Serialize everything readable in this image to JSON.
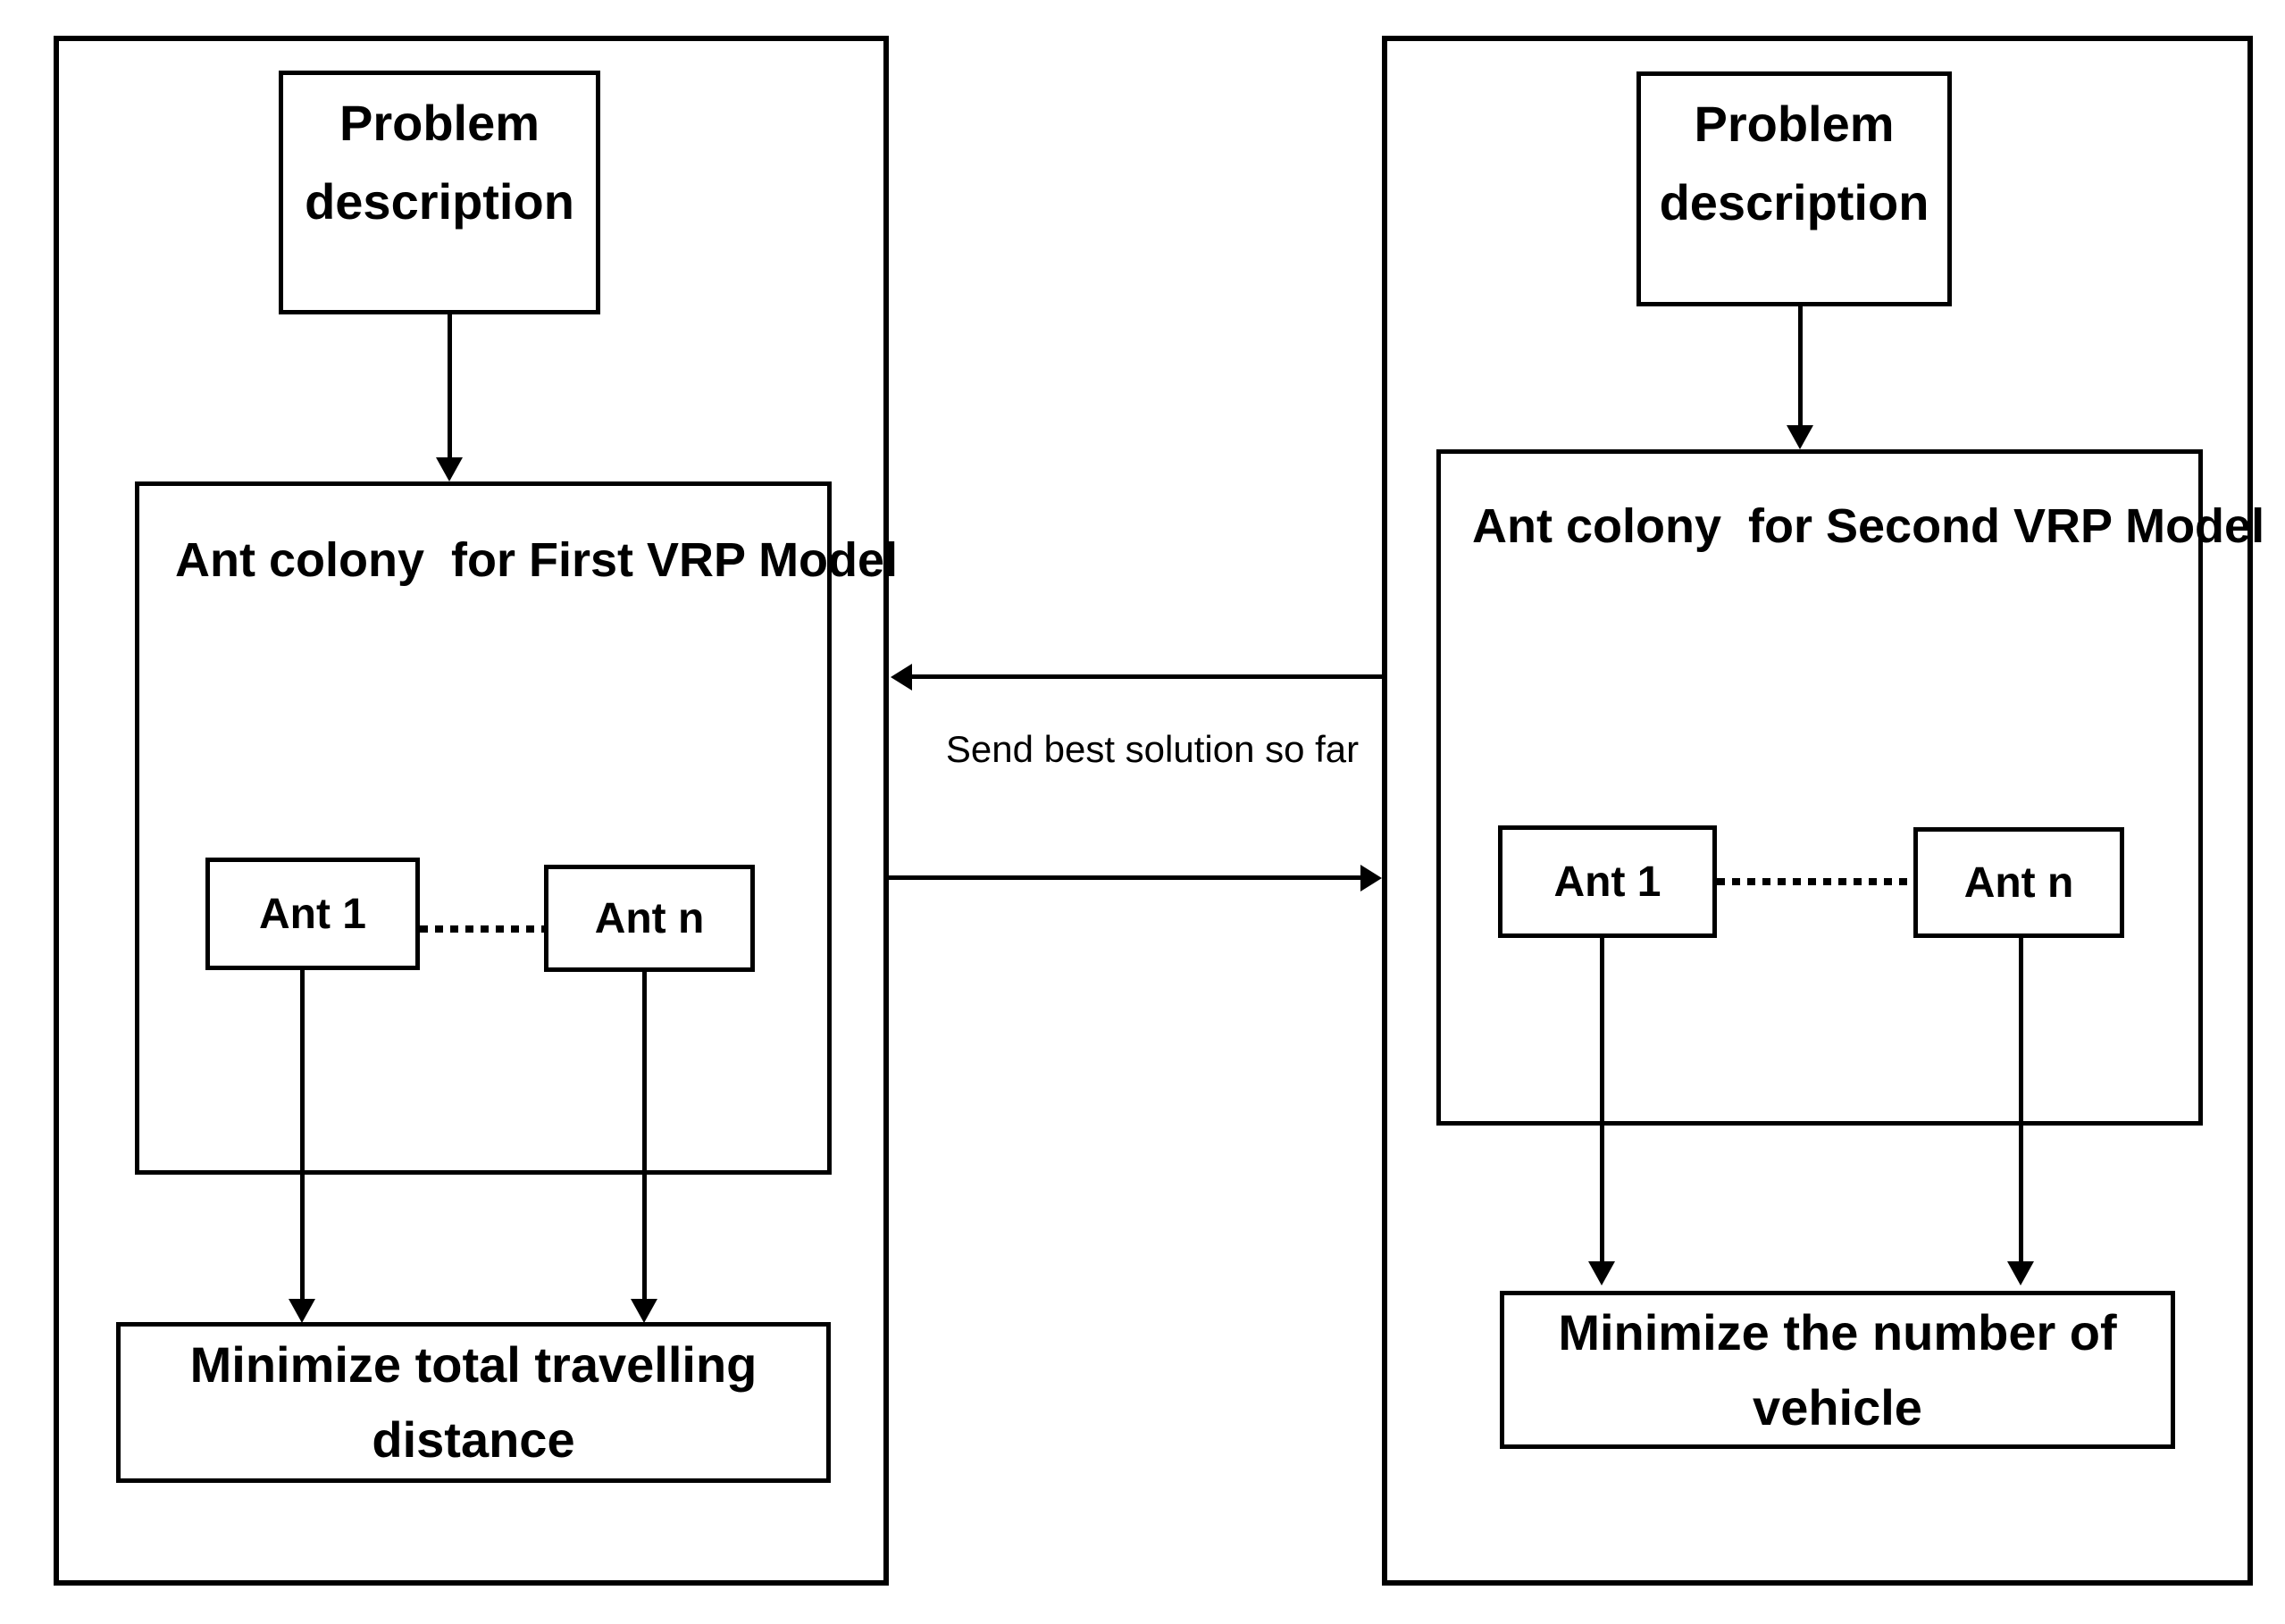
{
  "colors": {
    "ink": "#000000",
    "paper": "#ffffff"
  },
  "left_panel": {
    "problem": {
      "line1": "Problem",
      "line2": "description"
    },
    "colony_title": "Ant colony  for First VRP Model",
    "ant_first": "Ant 1",
    "ant_last": "Ant n",
    "objective": {
      "line1": "Minimize total travelling",
      "line2": "distance"
    }
  },
  "right_panel": {
    "problem": {
      "line1": "Problem",
      "line2": "description"
    },
    "colony_title": "Ant colony  for Second VRP Model",
    "ant_first": "Ant 1",
    "ant_last": "Ant n",
    "objective": {
      "line1": "Minimize the number of",
      "line2": "vehicle"
    }
  },
  "exchange": {
    "label": "Send best solution so far"
  }
}
